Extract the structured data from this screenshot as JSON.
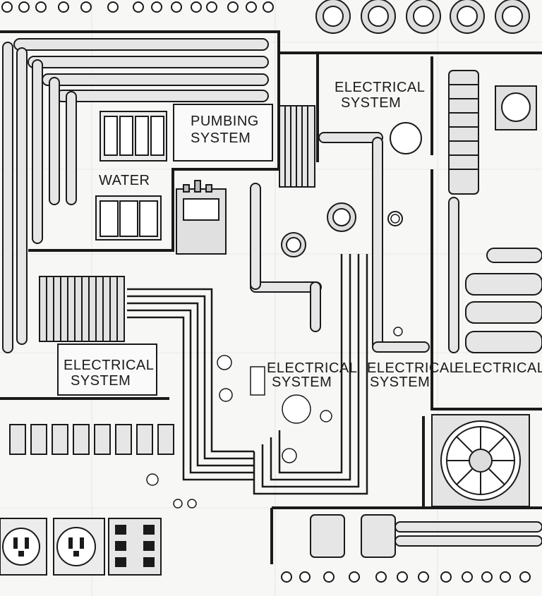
{
  "labels": {
    "plumbing_line1": "PUMBING",
    "plumbing_line2": "SYSTEM",
    "water": "WATER",
    "elec_top_line1": "ELECTRICAL",
    "elec_top_line2": "SYSTEM",
    "elec_left_line1": "ELECTRICAL",
    "elec_left_line2": "SYSTEM",
    "elec_mid_line1": "ELECTRICAL",
    "elec_mid_line2": "SYSTEM",
    "elec_right_line1": "ELECTRICAL",
    "elec_right_line2": "SYSTEM",
    "elec_far_right": "ELECTRICAL"
  },
  "colors": {
    "background": "#f7f7f5",
    "ink": "#1a1a1a",
    "pipe_fill": "#e6e6e6",
    "panel_fill": "#ececec"
  }
}
